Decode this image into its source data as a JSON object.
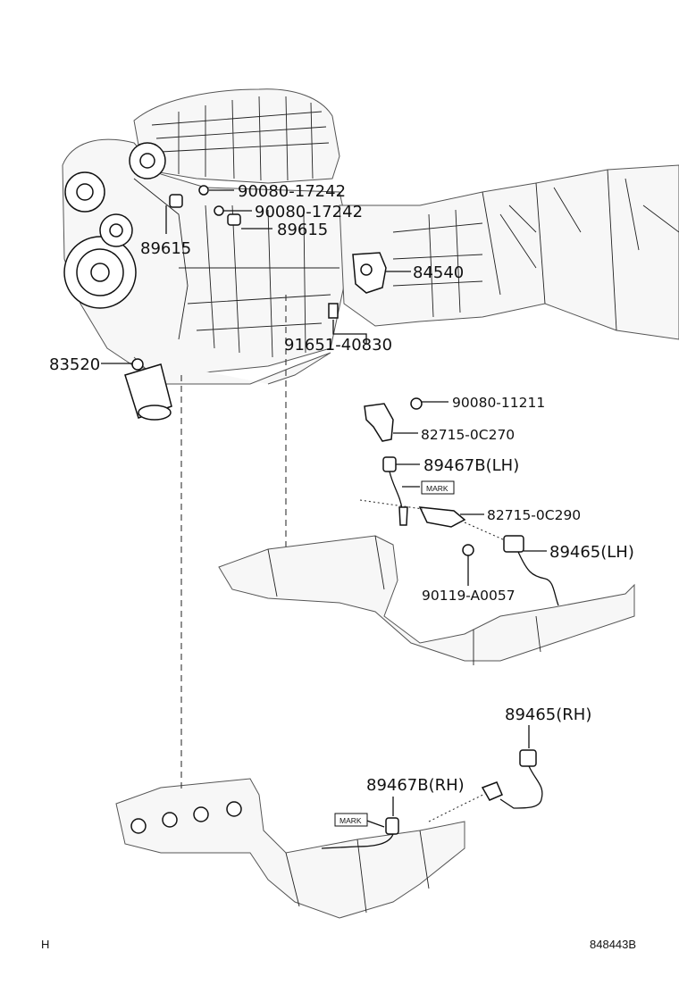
{
  "callouts": {
    "c1": "90080-17242",
    "c2": "90080-17242",
    "c3": "89615",
    "c4": "89615",
    "c5": "84540",
    "c6": "91651-40830",
    "c7": "83520",
    "c8": "90080-11211",
    "c9": "82715-0C270",
    "c10": "89467B(LH)",
    "c11": "82715-0C290",
    "c12": "89465(LH)",
    "c13": "90119-A0057",
    "c14": "89465(RH)",
    "c15": "89467B(RH)"
  },
  "tags": {
    "mark1": "MARK",
    "mark2": "MARK"
  },
  "footer": {
    "left": "H",
    "right": "848443B"
  }
}
